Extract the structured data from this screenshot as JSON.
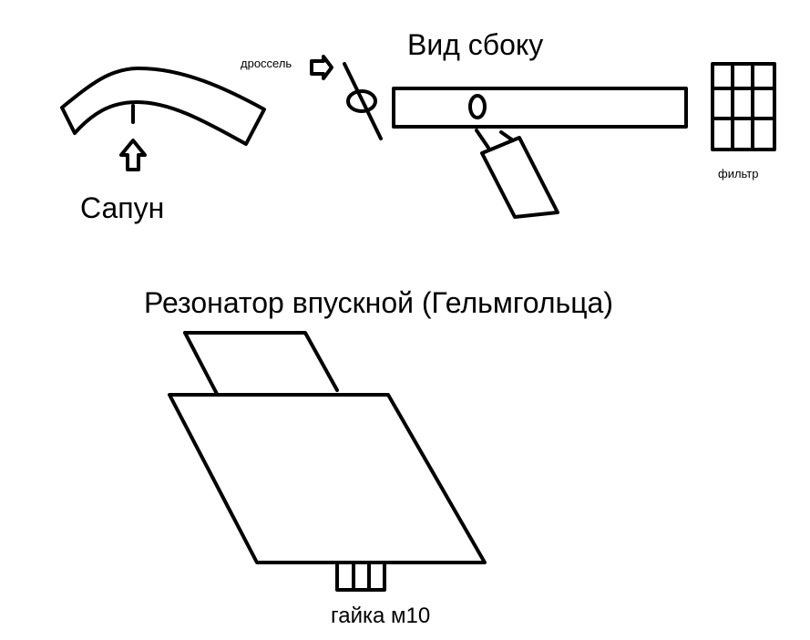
{
  "labels": {
    "sapun": "Сапун",
    "throttle": "дроссель",
    "side_view": "Вид сбоку",
    "filter": "фильтр",
    "resonator": "Резонатор впускной (Гельмгольца)",
    "nut": "гайка м10"
  },
  "colors": {
    "stroke": "#000000",
    "background": "#ffffff"
  }
}
